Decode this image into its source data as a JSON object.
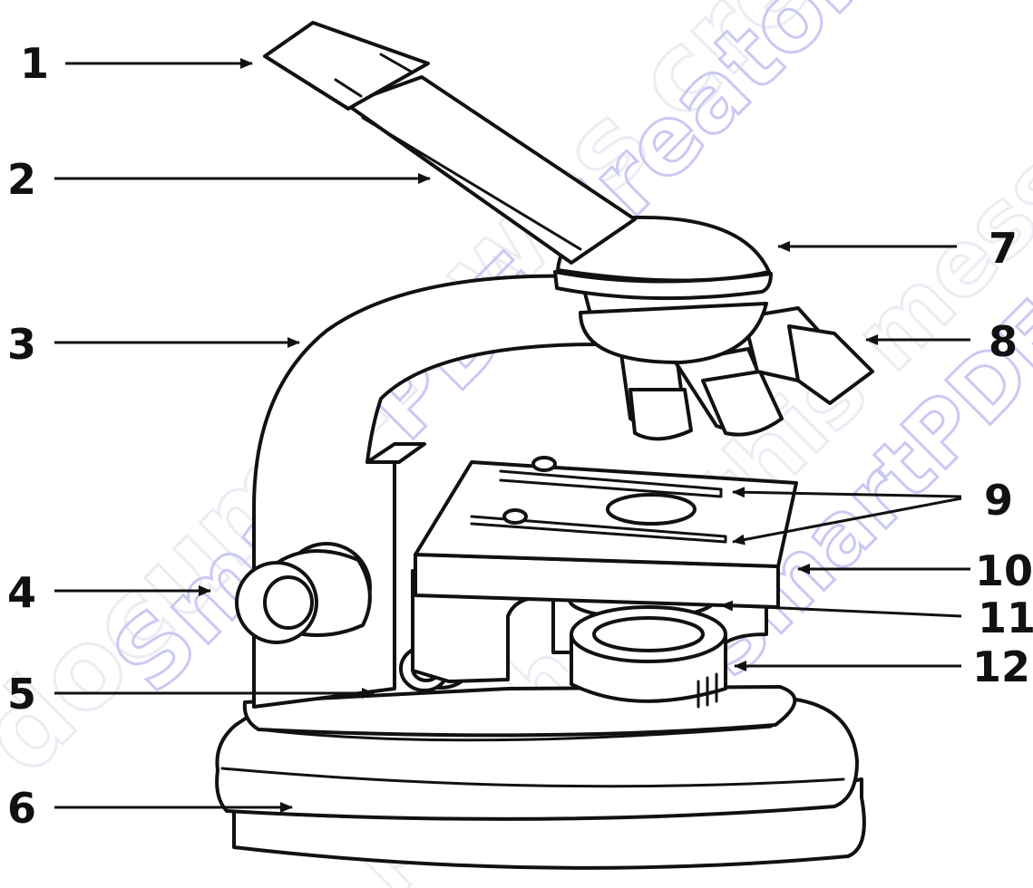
{
  "labels": [
    "1",
    "2",
    "3",
    "4",
    "5",
    "6",
    "7",
    "8",
    "9",
    "10",
    "11",
    "12"
  ],
  "watermark": {
    "lines": [
      "document was created using",
      "Smart PDF Creator",
      "purchase this message the",
      "www.SmartPDFCreator.com"
    ],
    "colors": [
      "#ececf4",
      "#c9c9f3"
    ]
  },
  "colors": {
    "ink": "#111111",
    "background": "#ffffff"
  }
}
